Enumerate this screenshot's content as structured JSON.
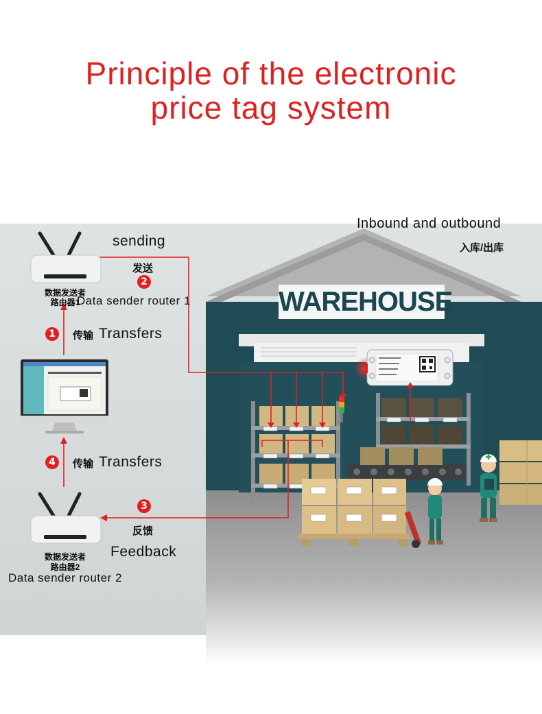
{
  "title": {
    "line1": "Principle of the electronic",
    "line2": "price tag system"
  },
  "labels": {
    "sending_en": "sending",
    "sending_cn": "发送",
    "router1_cn_a": "数据发送者",
    "router1_cn_b": "路由器1",
    "router1_en": "Data sender router 1",
    "transfers1_cn": "传输",
    "transfers1_en": "Transfers",
    "transfers2_cn": "传输",
    "transfers2_en": "Transfers",
    "feedback_cn": "反馈",
    "feedback_en": "Feedback",
    "router2_cn_a": "数据发送者",
    "router2_cn_b": "路由器2",
    "router2_en": "Data sender router 2",
    "inbound_en": "Inbound and outbound",
    "inbound_cn": "入库/出库",
    "warehouse": "WAREHOUSE"
  },
  "steps": [
    "1",
    "2",
    "3",
    "4"
  ],
  "colors": {
    "accent": "#e02020",
    "warehouse_wall": "#1f4b55",
    "roof_gray": "#9a9a9a",
    "floor_gray": "#8f8f8f",
    "box": "#d9bd86"
  },
  "icons": {
    "router": "wifi-router-icon",
    "monitor": "computer-monitor-icon",
    "esl_tag": "electronic-shelf-label-icon",
    "worker": "worker-icon"
  }
}
